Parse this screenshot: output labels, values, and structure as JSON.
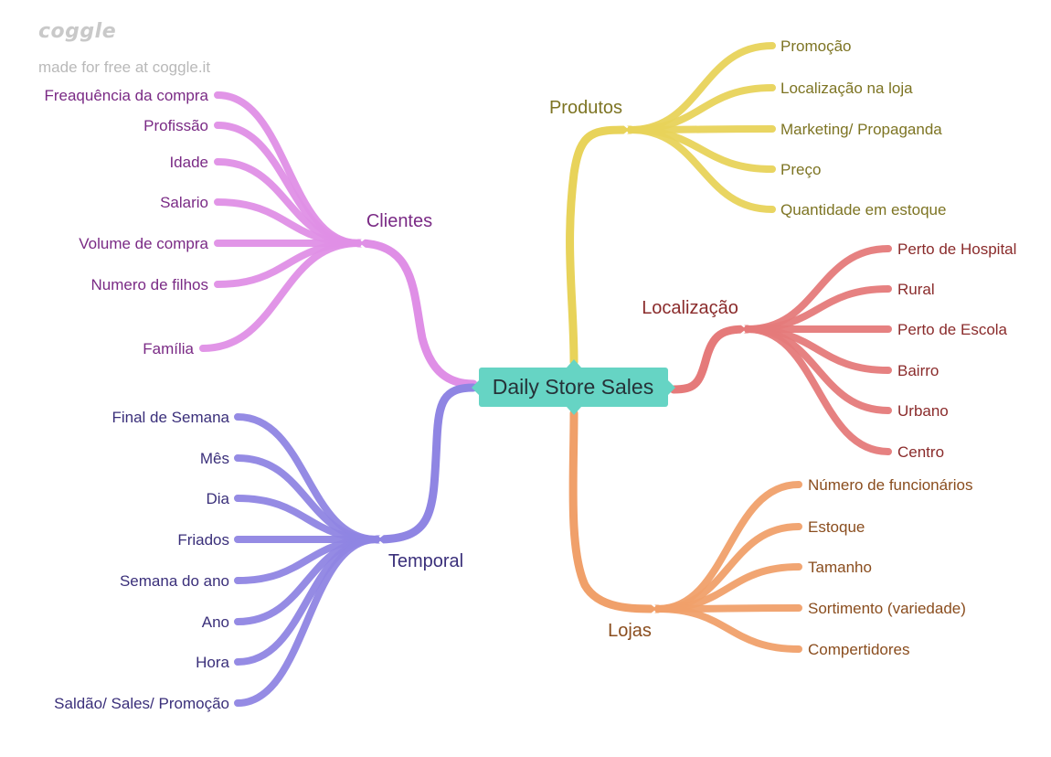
{
  "watermark": {
    "logo": "coggle",
    "tagline": "made for free at coggle.it"
  },
  "center": {
    "label": "Daily Store Sales",
    "color": "#66d4c4"
  },
  "branches": {
    "produtos": {
      "label": "Produtos",
      "color": "#e8d35a",
      "text_color": "#7d7423",
      "items": [
        "Promoção",
        "Localização na loja",
        "Marketing/ Propaganda",
        "Preço",
        "Quantidade em estoque"
      ]
    },
    "localizacao": {
      "label": "Localização",
      "color": "#e57a7a",
      "text_color": "#8a2b2b",
      "items": [
        "Perto de Hospital",
        "Rural",
        "Perto de Escola",
        "Bairro",
        "Urbano",
        "Centro"
      ]
    },
    "lojas": {
      "label": "Lojas",
      "color": "#f0a06a",
      "text_color": "#8a4d1e",
      "items": [
        "Número de funcionários",
        "Estoque",
        "Tamanho",
        "Sortimento (variedade)",
        "Compertidores"
      ]
    },
    "clientes": {
      "label": "Clientes",
      "color": "#df8fe6",
      "text_color": "#7a2a85",
      "items": [
        "Freaquência da compra",
        "Profissão",
        "Idade",
        "Salario",
        "Volume de compra",
        "Numero de filhos",
        "Família"
      ]
    },
    "temporal": {
      "label": "Temporal",
      "color": "#8f85e3",
      "text_color": "#3a2f7a",
      "items": [
        "Final de Semana",
        "Mês",
        "Dia",
        "Friados",
        "Semana do ano",
        "Ano",
        "Hora",
        "Saldão/ Sales/ Promoção"
      ]
    }
  }
}
